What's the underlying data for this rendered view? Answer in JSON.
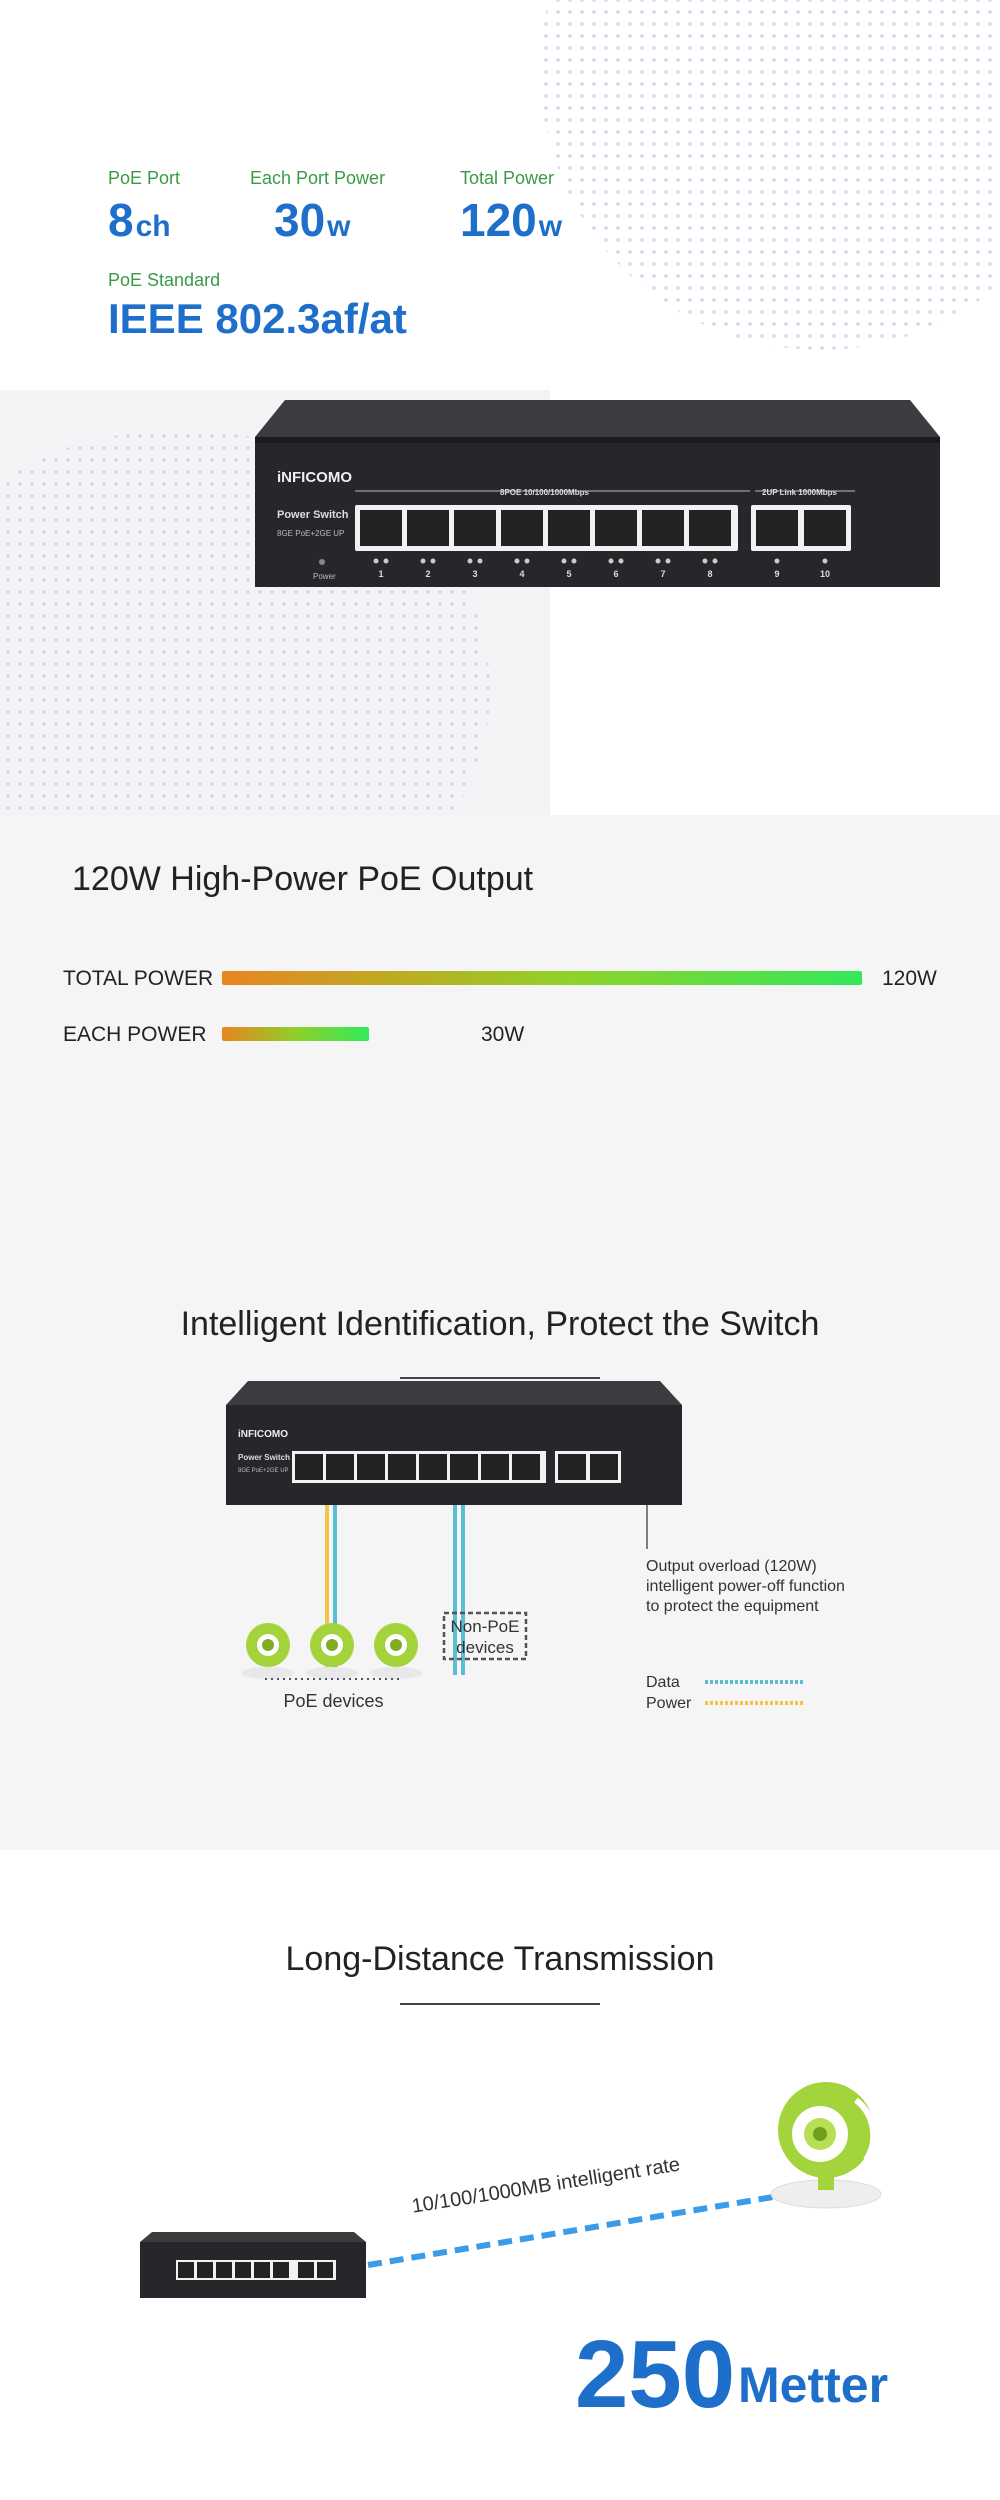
{
  "specs": {
    "poe_port_label": "PoE Port",
    "poe_port_value": "8",
    "poe_port_unit": "ch",
    "each_port_label": "Each Port Power",
    "each_port_value": "30",
    "each_port_unit": "w",
    "total_label": "Total Power",
    "total_value": "120",
    "total_unit": "w",
    "standard_label": "PoE Standard",
    "standard_value": "IEEE 802.3af/at"
  },
  "product": {
    "brand": "iNFICOMO",
    "model_line1": "Power Switch",
    "model_line2": "8GE PoE+2GE UP",
    "poe_group_label": "8POE 10/100/1000Mbps",
    "uplink_group_label": "2UP Link 1000Mbps",
    "power_label": "Power",
    "port_numbers": [
      "1",
      "2",
      "3",
      "4",
      "5",
      "6",
      "7",
      "8",
      "9",
      "10"
    ]
  },
  "power": {
    "title": "120W High-Power PoE Output",
    "total_label": "TOTAL POWER",
    "total_value": "120W",
    "total_fraction": 1.0,
    "each_label": "EACH POWER",
    "each_value": "30W",
    "each_fraction": 0.25
  },
  "ident": {
    "title": "Intelligent Identification, Protect the Switch",
    "overload_line1": "Output overload (120W)",
    "overload_line2": "intelligent power-off function",
    "overload_line3": "to protect the equipment",
    "non_poe_line1": "Non-PoE",
    "non_poe_line2": "devices",
    "poe_devices": "PoE devices",
    "legend_data": "Data",
    "legend_power": "Power",
    "data_color": "#5bbdd4",
    "power_color": "#f3c34a"
  },
  "distance": {
    "title": "Long-Distance Transmission",
    "rate_label": "10/100/1000MB intelligent rate",
    "distance_value": "250",
    "distance_unit": "Metter",
    "line_color": "#3a9be8"
  },
  "colors": {
    "accent_blue": "#1d6fc9",
    "accent_green": "#3a9a46",
    "switch_body": "#2d2f33",
    "camera_green": "#a4d43c"
  }
}
